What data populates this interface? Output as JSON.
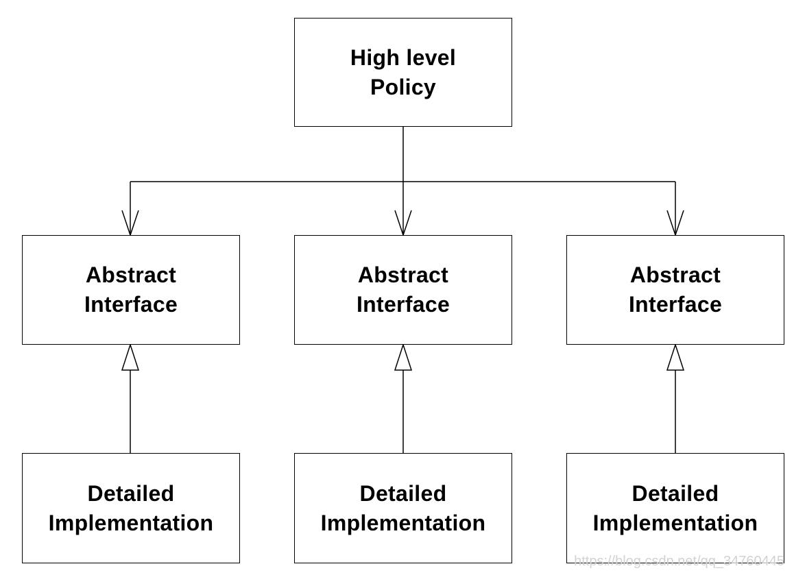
{
  "policy": {
    "line1": "High level",
    "line2": "Policy"
  },
  "interfaces": [
    {
      "line1": "Abstract",
      "line2": "Interface"
    },
    {
      "line1": "Abstract",
      "line2": "Interface"
    },
    {
      "line1": "Abstract",
      "line2": "Interface"
    }
  ],
  "implementations": [
    {
      "line1": "Detailed",
      "line2": "Implementation"
    },
    {
      "line1": "Detailed",
      "line2": "Implementation"
    },
    {
      "line1": "Detailed",
      "line2": "Implementation"
    }
  ],
  "watermark": "https://blog.csdn.net/qq_34760445",
  "colors": {
    "line": "#000000",
    "background": "#ffffff",
    "watermark": "#d2d2d2"
  }
}
